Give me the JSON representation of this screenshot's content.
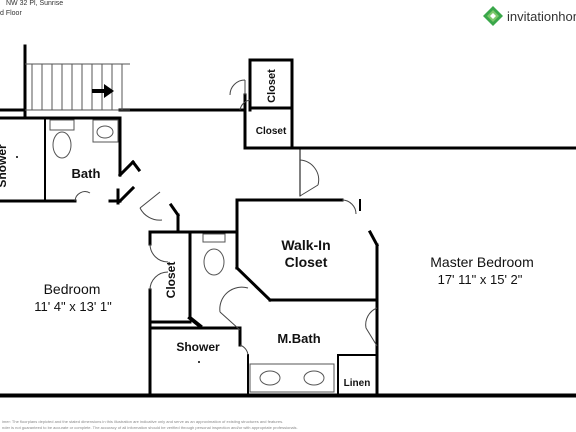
{
  "header": {
    "address_fragment": "NW 32 Pl, Sunrise",
    "floor_fragment": "d Floor",
    "top_fragment": "-"
  },
  "brand": {
    "name": "invitationhom",
    "logo_color": "#3aa74a"
  },
  "rooms": {
    "shower_left": "Shower",
    "bath": "Bath",
    "closet_top": "Closet",
    "closet_upper": "Closet",
    "closet_bedroom": "Closet",
    "walkin_line1": "Walk-In",
    "walkin_line2": "Closet",
    "master_name": "Master Bedroom",
    "master_dims": "17' 11\" x 15' 2\"",
    "bedroom_name": "Bedroom",
    "bedroom_dims": "11' 4\" x 13' 1\"",
    "mbath": "M.Bath",
    "shower_bottom": "Shower",
    "linen": "Linen"
  },
  "disclaimer": {
    "line1": "imer: The floorplans depicted and the stated dimensions in this illustration are indicative only and serve as an approximation of existing structures and features.",
    "line2": "nder is not guaranteed to be accurate or complete. The accuracy of all information should be verified through personal inspection and/or with appropriate professionals."
  }
}
